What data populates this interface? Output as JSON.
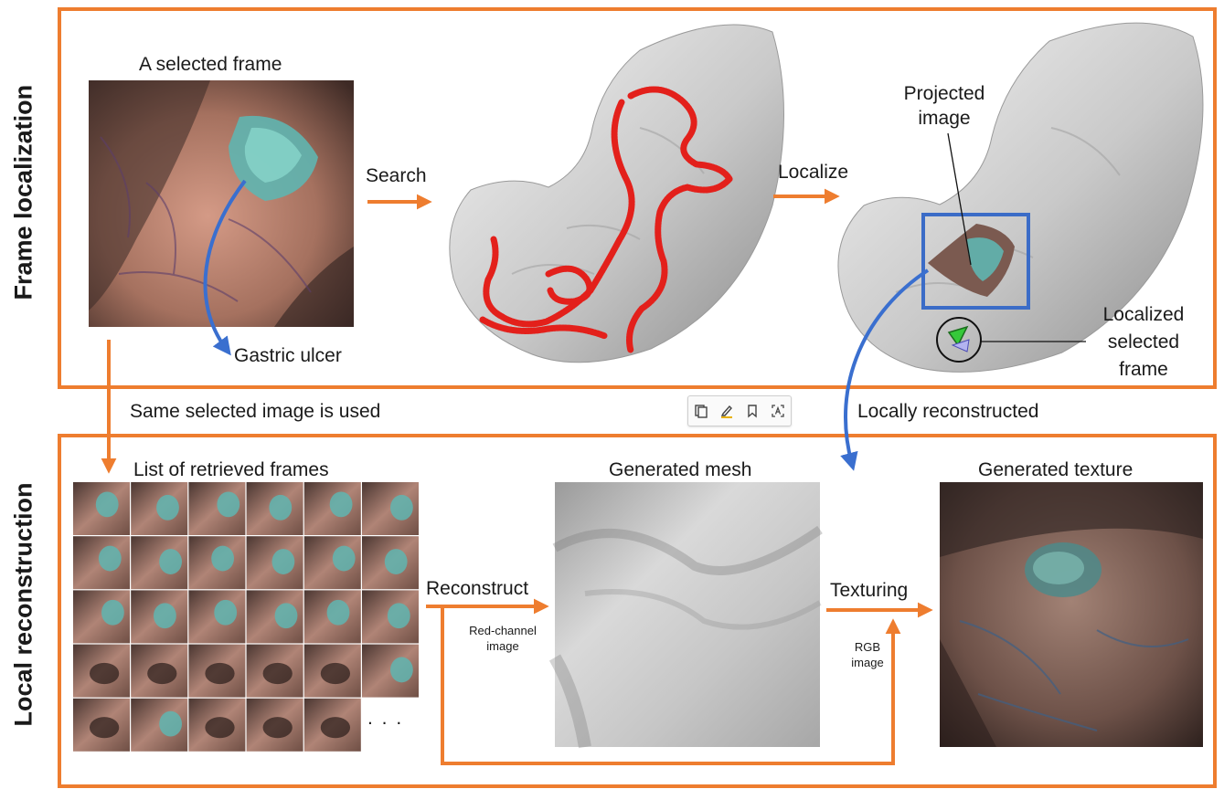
{
  "sections": {
    "top_label": "Frame localization",
    "bottom_label": "Local reconstruction"
  },
  "top": {
    "selected_frame_title": "A selected frame",
    "ulcer_label": "Gastric ulcer",
    "search_label": "Search",
    "localize_label": "Localize",
    "projected_image_label": "Projected\nimage",
    "localized_frame_label": "Localized\nselected\nframe"
  },
  "middle": {
    "same_image_label": "Same selected image is used",
    "locally_reconstructed_label": "Locally reconstructed"
  },
  "bottom": {
    "retrieved_frames_title": "List of retrieved frames",
    "ellipsis": ". . .",
    "reconstruct_label": "Reconstruct",
    "red_channel_label": "Red-channel\nimage",
    "mesh_title": "Generated mesh",
    "texturing_label": "Texturing",
    "rgb_label": "RGB\nimage",
    "texture_title": "Generated texture"
  },
  "toolbar": {
    "items": [
      "copy-icon",
      "highlight-icon",
      "bookmark-icon",
      "text-recognition-icon"
    ]
  },
  "colors": {
    "section_border": "#ee7d2f",
    "arrow_orange": "#ee7d2f",
    "arrow_blue": "#3a6fcf",
    "trajectory_red": "#e3201b",
    "box_blue": "#3b6cc7"
  }
}
